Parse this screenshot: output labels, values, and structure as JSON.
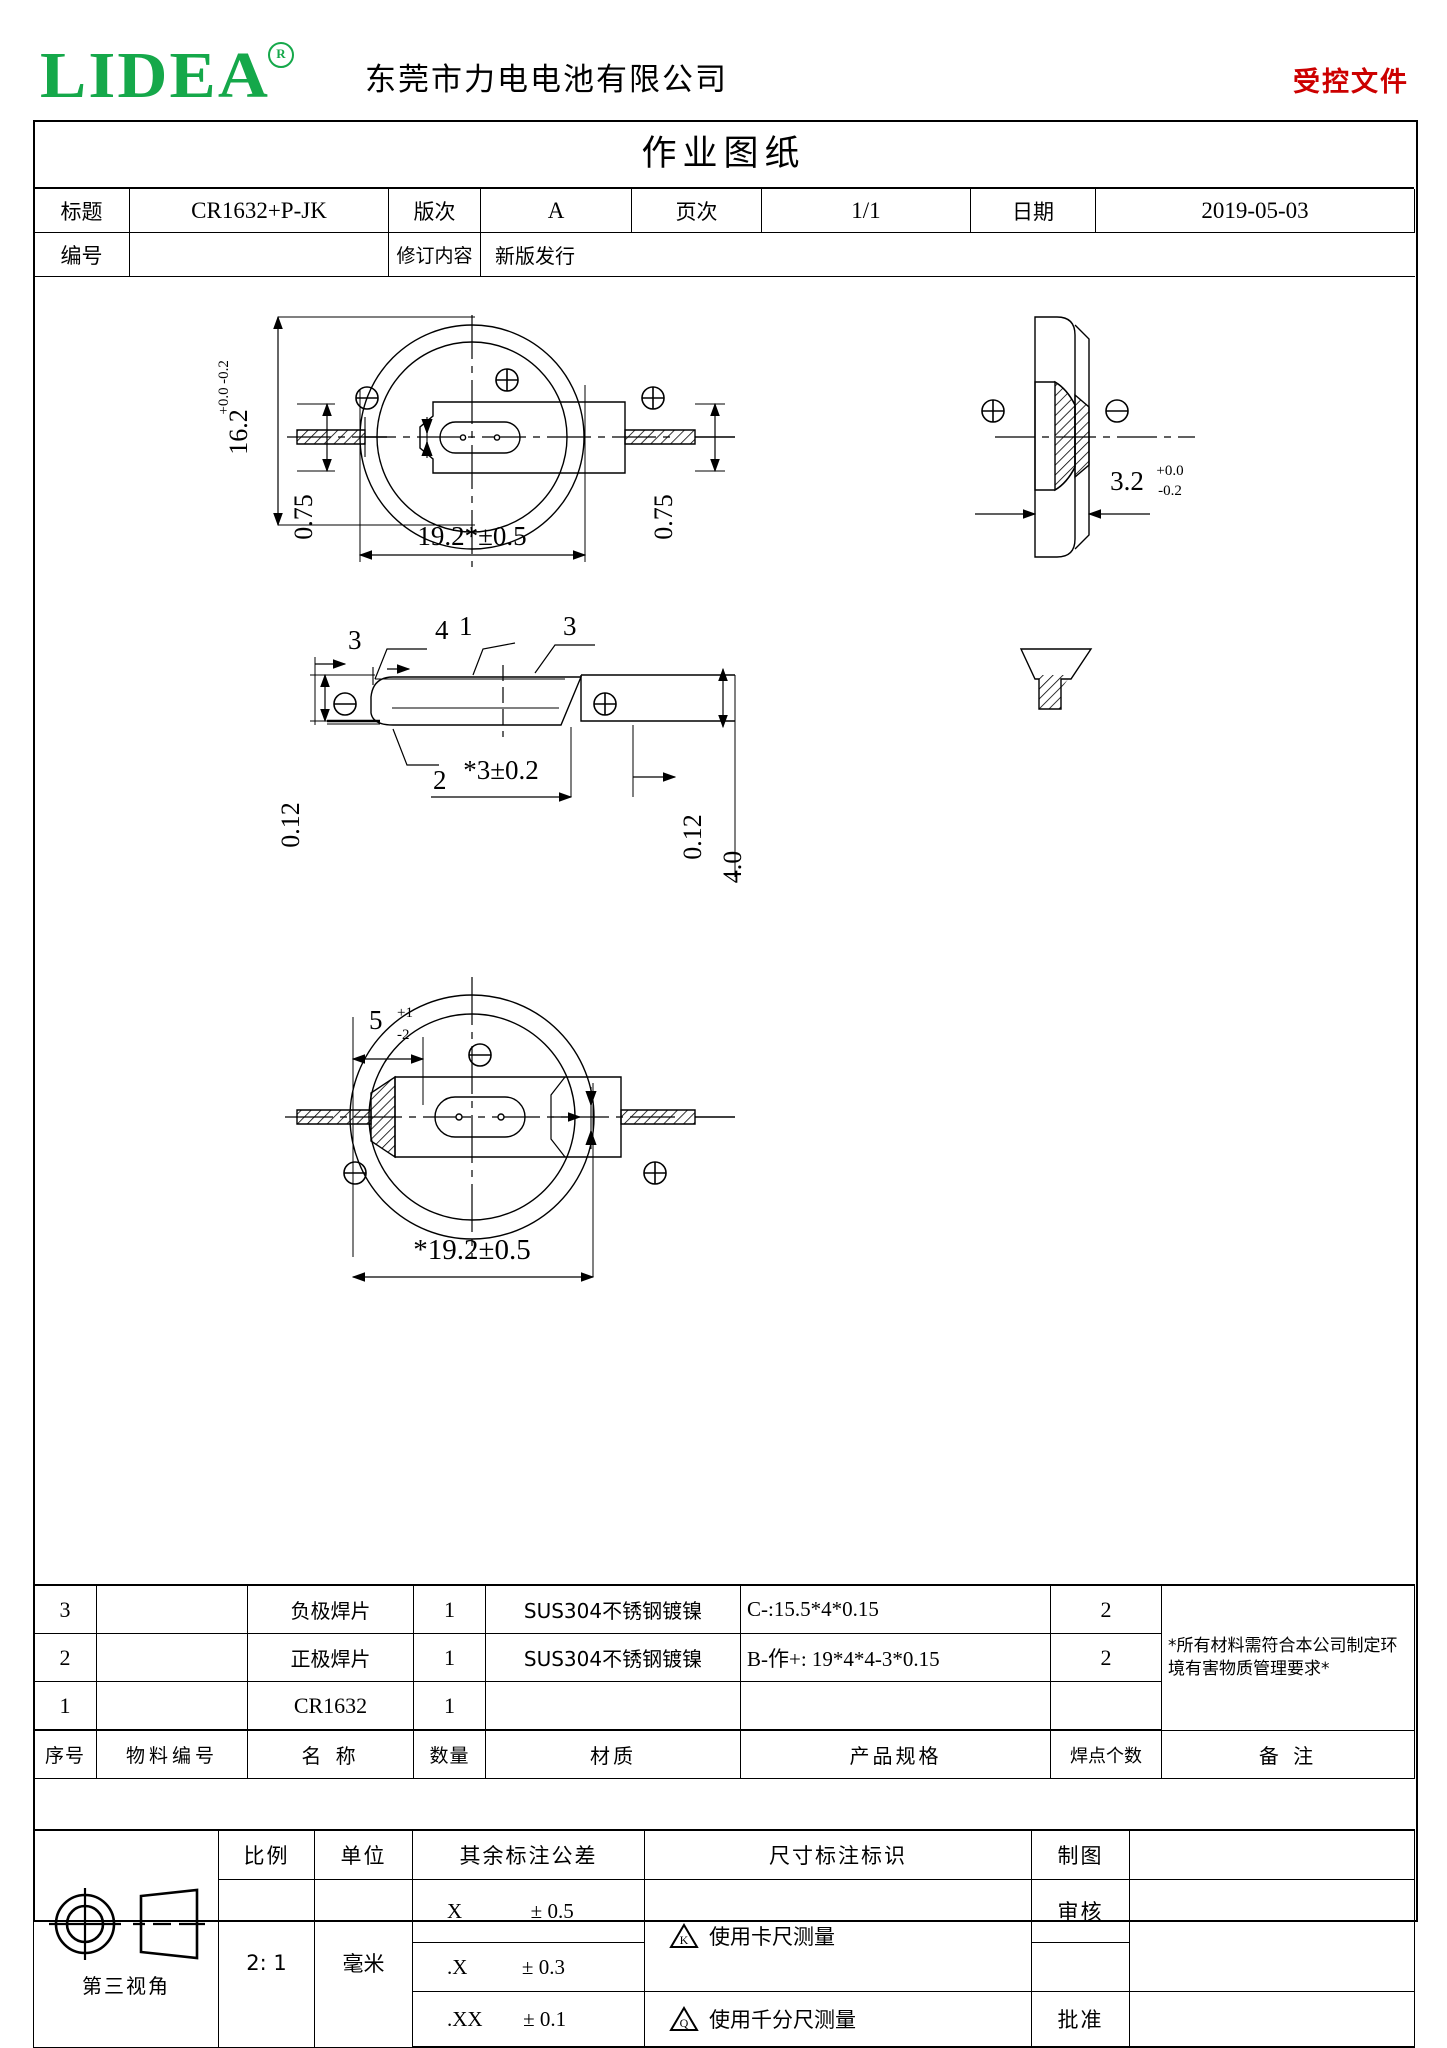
{
  "header": {
    "logo_text": "LIDEA",
    "logo_reg_mark": "R",
    "logo_color": "#15a84a",
    "company_name": "东莞市力电电池有限公司",
    "controlled_mark": "受控文件",
    "controlled_color": "#cc0000"
  },
  "document": {
    "title": "作业图纸",
    "fields": {
      "title_label": "标题",
      "title_value": "CR1632+P-JK",
      "rev_label": "版次",
      "rev_value": "A",
      "page_label": "页次",
      "page_value": "1/1",
      "date_label": "日期",
      "date_value": "2019-05-03",
      "number_label": "编号",
      "number_value": "",
      "revision_label": "修订内容",
      "revision_value": "新版发行"
    }
  },
  "drawing": {
    "top_view": {
      "dim_height": "16.2",
      "dim_height_up": "+0.0",
      "dim_height_dn": "-0.2",
      "dim_tab_left": "0.75",
      "dim_tab_right": "0.75",
      "dim_width": "19.2*±0.5",
      "polarity_plus": "⊕",
      "polarity_minus": "⊖"
    },
    "side_view": {
      "dim_thickness": "3.2",
      "dim_thickness_up": "+0.0",
      "dim_thickness_dn": "-0.2"
    },
    "section_view": {
      "callout_3_left": "3",
      "callout_4": "4",
      "callout_1": "1",
      "callout_3_right": "3",
      "callout_2": "2",
      "dim_left_thk": "0.12",
      "dim_center": "*3±0.2",
      "dim_right_thk": "0.12",
      "dim_right_len": "4.0"
    },
    "bottom_view": {
      "dim_tab": "5",
      "dim_tab_up": "+1",
      "dim_tab_dn": "-2",
      "dim_width": "*19.2±0.5"
    }
  },
  "bom": {
    "headers": [
      "序号",
      "物料编号",
      "名  称",
      "数量",
      "材质",
      "产品规格",
      "焊点个数",
      "备  注"
    ],
    "rows": [
      {
        "no": "3",
        "code": "",
        "name": "负极焊片",
        "qty": "1",
        "material": "SUS304不锈钢镀镍",
        "spec": "C-:15.5*4*0.15",
        "welds": "2"
      },
      {
        "no": "2",
        "code": "",
        "name": "正极焊片",
        "qty": "1",
        "material": "SUS304不锈钢镀镍",
        "spec": "B-作+: 19*4*4-3*0.15",
        "welds": "2"
      },
      {
        "no": "1",
        "code": "",
        "name": "CR1632",
        "qty": "1",
        "material": "",
        "spec": "",
        "welds": ""
      }
    ],
    "remark": "*所有材料需符合本公司制定环境有害物质管理要求*"
  },
  "footer": {
    "projection_label": "第三视角",
    "scale_label": "比例",
    "scale_value": "2: 1",
    "unit_label": "单位",
    "unit_value": "毫米",
    "tolerance_title": "其余标注公差",
    "tolerances": [
      {
        "key": "X",
        "value": "± 0.5"
      },
      {
        "key": ".X",
        "value": "± 0.3"
      },
      {
        "key": ".XX",
        "value": "± 0.1"
      }
    ],
    "dim_mark_title": "尺寸标注标识",
    "dim_marks": [
      {
        "symbol": "K",
        "text": "使用卡尺测量"
      },
      {
        "symbol": "Q",
        "text": "使用千分尺测量"
      }
    ],
    "approvals": [
      {
        "label": "制图",
        "value": ""
      },
      {
        "label": "审核",
        "value": ""
      },
      {
        "label": "批准",
        "value": ""
      }
    ]
  }
}
